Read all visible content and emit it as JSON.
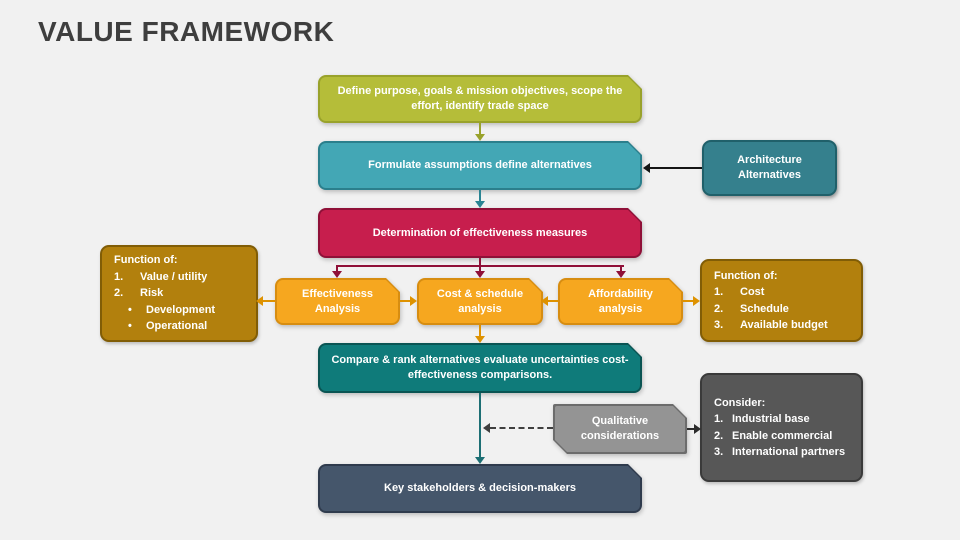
{
  "title": "VALUE FRAMEWORK",
  "colors": {
    "olive": "#b5bd39",
    "teal_light": "#43a7b5",
    "teal_architecture": "#35808d",
    "crimson": "#c71e4d",
    "orange": "#f6a71f",
    "gold": "#b2800d",
    "teal_deep": "#0f7b7a",
    "gray": "#949494",
    "dark_gray": "#575757",
    "slate": "#45566b"
  },
  "flow": {
    "define": "Define purpose, goals & mission objectives, scope the effort, identify trade space",
    "formulate": "Formulate assumptions define alternatives",
    "determination": "Determination of effectiveness measures",
    "compare": "Compare & rank alternatives evaluate uncertainties cost-effectiveness comparisons.",
    "stakeholders": "Key stakeholders & decision-makers"
  },
  "analysis": {
    "effectiveness": "Effectiveness Analysis",
    "cost_schedule": "Cost & schedule analysis",
    "affordability": "Affordability analysis"
  },
  "architecture": {
    "line1": "Architecture",
    "line2": "Alternatives"
  },
  "function_left": {
    "heading": "Function of:",
    "items": [
      {
        "marker": "1.",
        "text": "Value / utility"
      },
      {
        "marker": "2.",
        "text": "Risk"
      },
      {
        "marker": "•",
        "text": "Development"
      },
      {
        "marker": "•",
        "text": "Operational"
      }
    ]
  },
  "function_right": {
    "heading": "Function of:",
    "items": [
      {
        "marker": "1.",
        "text": "Cost"
      },
      {
        "marker": "2.",
        "text": "Schedule"
      },
      {
        "marker": "3.",
        "text": "Available budget"
      }
    ]
  },
  "qualitative": {
    "line1": "Qualitative",
    "line2": "considerations"
  },
  "consider": {
    "heading": "Consider:",
    "items": [
      {
        "marker": "1.",
        "text": "Industrial base"
      },
      {
        "marker": "2.",
        "text": "Enable commercial"
      },
      {
        "marker": "3.",
        "text": "International partners"
      }
    ]
  }
}
